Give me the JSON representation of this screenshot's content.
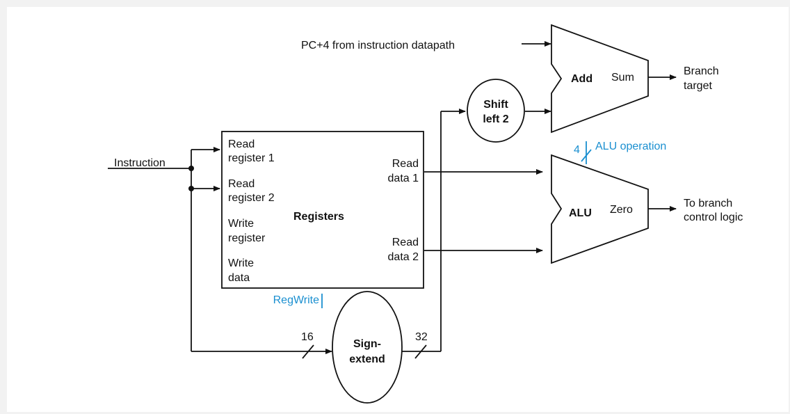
{
  "inputs": {
    "pc4": "PC+4 from instruction datapath",
    "instruction": "Instruction"
  },
  "registers": {
    "title": "Registers",
    "read_reg1": [
      "Read",
      "register 1"
    ],
    "read_reg2": [
      "Read",
      "register 2"
    ],
    "write_reg": [
      "Write",
      "register"
    ],
    "write_data": [
      "Write",
      "data"
    ],
    "read_data1": [
      "Read",
      "data 1"
    ],
    "read_data2": [
      "Read",
      "data 2"
    ]
  },
  "shift": {
    "label": [
      "Shift",
      "left 2"
    ]
  },
  "sign_extend": {
    "label": [
      "Sign-",
      "extend"
    ],
    "in_width": "16",
    "out_width": "32"
  },
  "adder": {
    "title": "Add",
    "out": "Sum",
    "dest": [
      "Branch",
      "target"
    ]
  },
  "alu": {
    "title": "ALU",
    "out": "Zero",
    "dest": [
      "To branch",
      "control logic"
    ],
    "op_width": "4"
  },
  "control": {
    "alu_op": "ALU operation",
    "regwrite": "RegWrite"
  }
}
